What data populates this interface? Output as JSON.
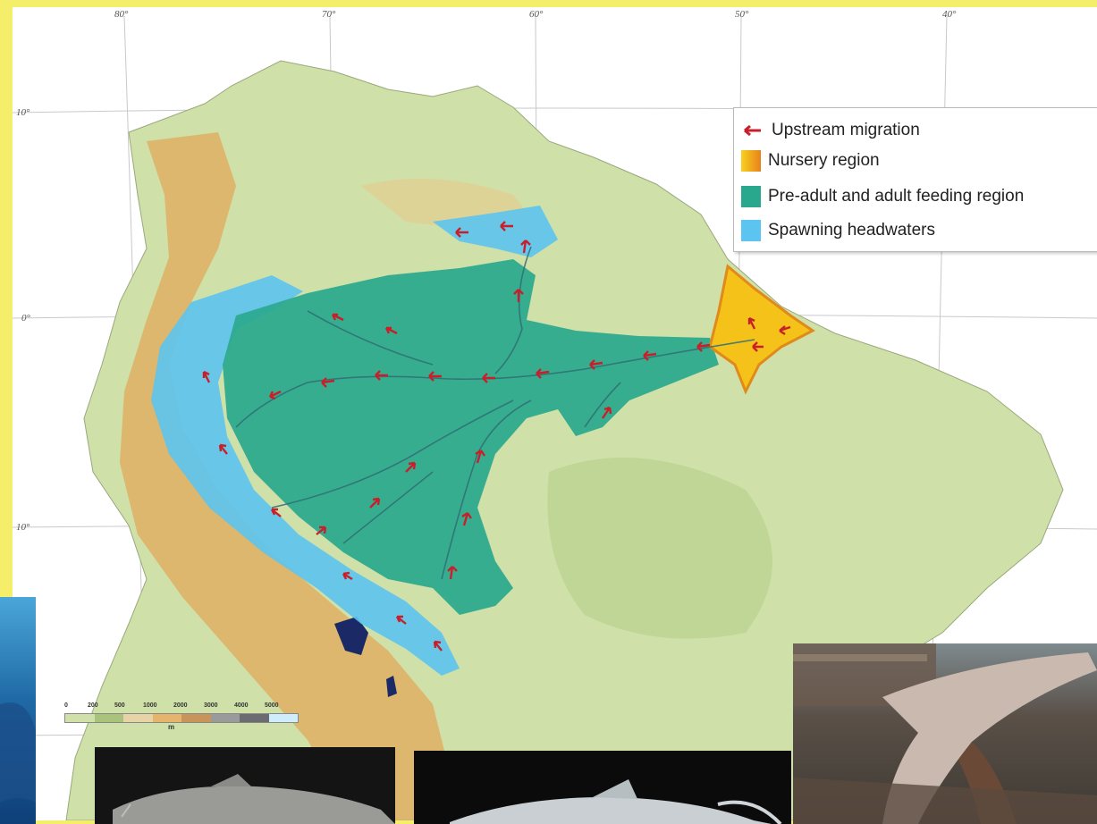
{
  "map": {
    "longitude_labels": [
      "80°",
      "70°",
      "60°",
      "50°",
      "40°"
    ],
    "latitude_labels": [
      "10°",
      "0°",
      "10°"
    ]
  },
  "legend": {
    "items": [
      {
        "label": "Upstream migration",
        "symbol": "arrow",
        "color": "#c8202a"
      },
      {
        "label": "Nursery region",
        "symbol": "swatch",
        "color": "#f5c21a"
      },
      {
        "label": "Pre-adult and adult feeding region",
        "symbol": "swatch",
        "color": "#2aa88e"
      },
      {
        "label": "Spawning headwaters",
        "symbol": "swatch",
        "color": "#5cc4f0"
      }
    ]
  },
  "scale": {
    "ticks": [
      "0",
      "200",
      "500",
      "1000",
      "2000",
      "3000",
      "4000",
      "5000"
    ],
    "unit": "m"
  },
  "colors": {
    "frame": "#f4ee6a",
    "border": "#1aa43c",
    "ocean": "#ffffff",
    "land": "#cfe0a8",
    "mountains": "#e0a95a"
  }
}
